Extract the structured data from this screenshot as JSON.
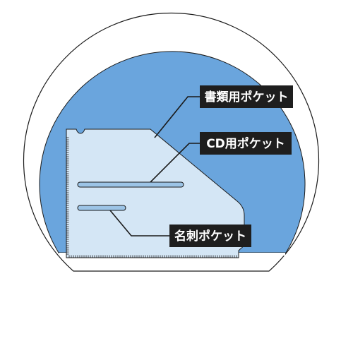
{
  "labels": {
    "document_pocket": "書類用ポケット",
    "cd_pocket": "CD用ポケット",
    "card_pocket": "名刺ポケット"
  },
  "colors": {
    "background": "#ffffff",
    "outer_fill": "#6aa5dd",
    "folder_fill": "#d4e6f5",
    "slot_fill": "#9cc4e6",
    "label_bg": "#1e1e1e",
    "label_text": "#ffffff",
    "outline": "#1a1a1a"
  }
}
